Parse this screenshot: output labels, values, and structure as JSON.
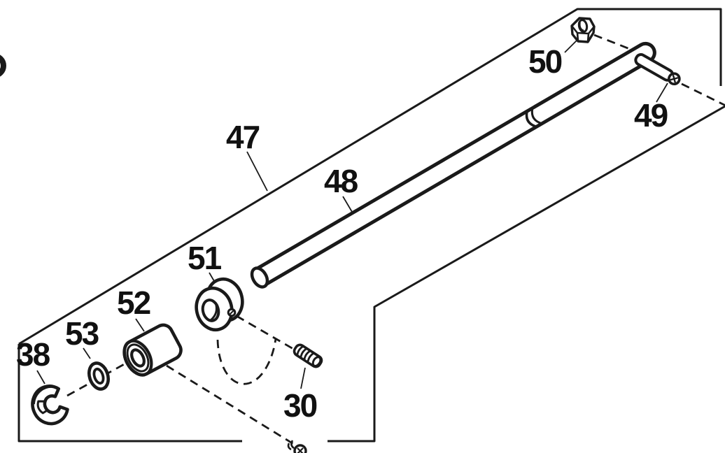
{
  "diagram": {
    "background_color": "#ffffff",
    "line_color": "#1a1a1a",
    "parts": [
      {
        "number": "47",
        "shape": "assembly-boundary-outline"
      },
      {
        "number": "48",
        "shape": "rod"
      },
      {
        "number": "49",
        "shape": "pin"
      },
      {
        "number": "50",
        "shape": "hex-nut"
      },
      {
        "number": "51",
        "shape": "collar"
      },
      {
        "number": "52",
        "shape": "bushing"
      },
      {
        "number": "53",
        "shape": "washer"
      },
      {
        "number": "38",
        "shape": "e-ring"
      },
      {
        "number": "30",
        "shape": "set-screw"
      }
    ]
  }
}
